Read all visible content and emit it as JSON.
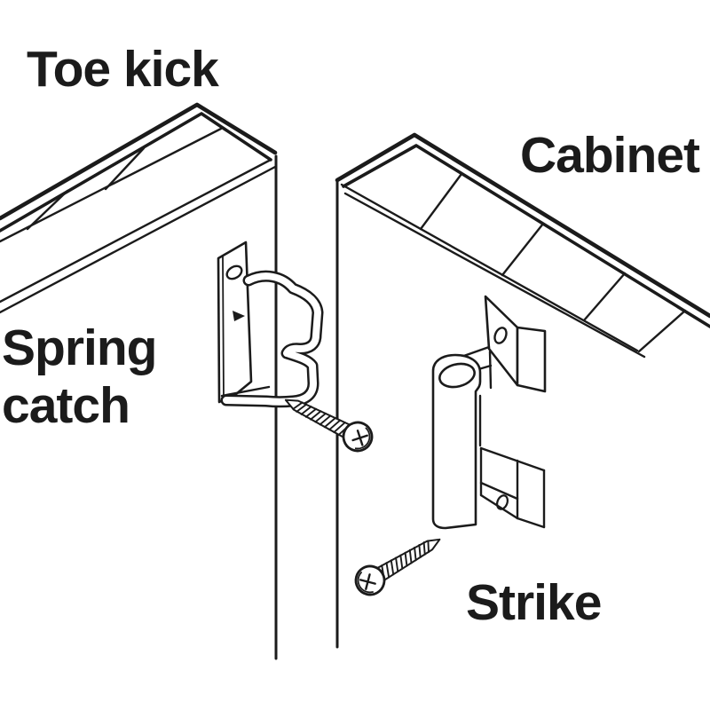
{
  "figure": {
    "type": "hardware-installation-diagram",
    "description": "Toe kick spring catch and strike mounting illustration",
    "labels": {
      "toe_kick": "Toe kick",
      "cabinet": "Cabinet",
      "spring_catch": "Spring\ncatch",
      "strike": "Strike"
    },
    "parts": [
      {
        "name": "toe-kick-panel",
        "label": "Toe kick"
      },
      {
        "name": "cabinet-panel",
        "label": "Cabinet"
      },
      {
        "name": "spring-catch-clip",
        "label": "Spring catch"
      },
      {
        "name": "strike-post",
        "label": "Strike"
      },
      {
        "name": "mounting-screw-upper",
        "label": ""
      },
      {
        "name": "mounting-screw-lower",
        "label": ""
      }
    ],
    "colors": {
      "line": "#1b1b1b",
      "background": "#ffffff"
    }
  }
}
